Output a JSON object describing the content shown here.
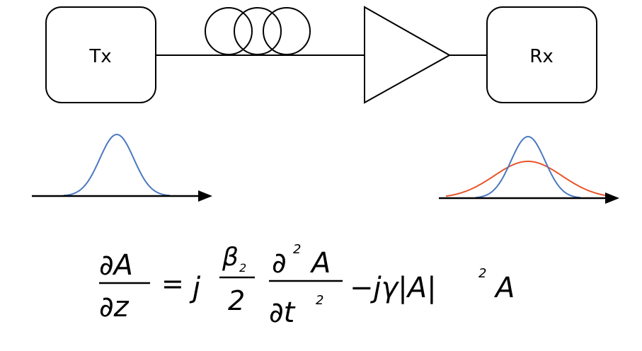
{
  "blocks": {
    "tx_label": "Tx",
    "rx_label": "Rx"
  },
  "equation": {
    "lhs_num": "∂A",
    "lhs_den": "∂z",
    "equals": "=",
    "j": "j",
    "beta": "β",
    "beta_sub": "2",
    "two": "2",
    "d2_num": "∂",
    "d2_num_sup": "2",
    "d2_num_A": "A",
    "d2_den": "∂t",
    "d2_den_sup": "2",
    "nonlinear": "−jγ|A|",
    "nl_sup": "2",
    "nl_A": "A"
  },
  "colors": {
    "input_pulse": "#4a78c2",
    "output_pulse_dispersed": "#e8552a",
    "line": "#000000"
  }
}
